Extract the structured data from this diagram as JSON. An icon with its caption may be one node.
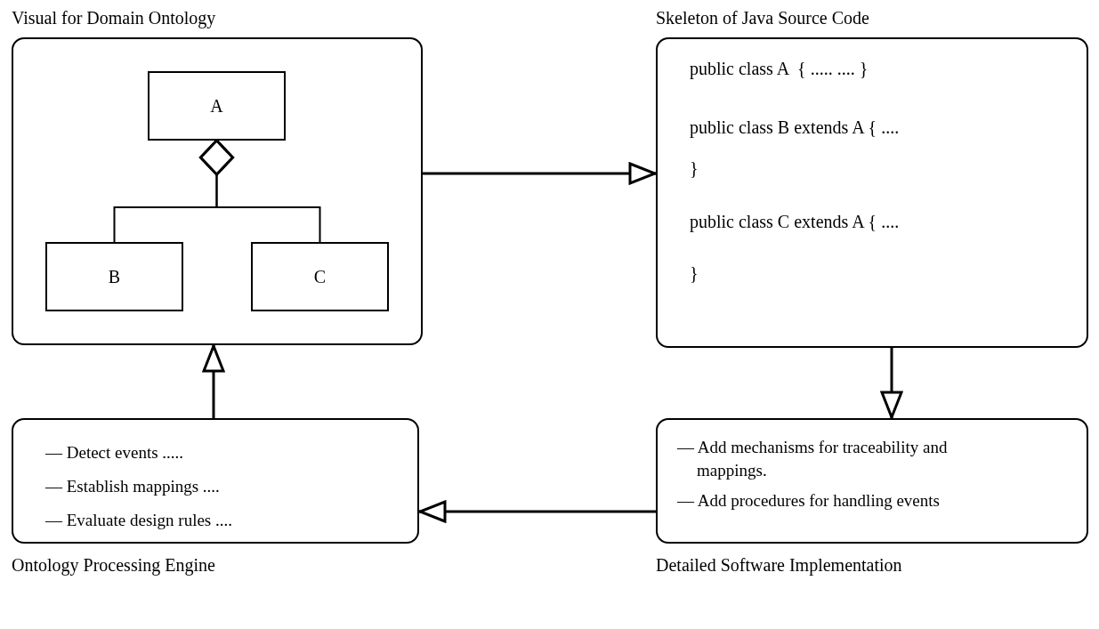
{
  "diagram": {
    "nodes": [
      {
        "text": [
          "Visual for Domain Ontology"
        ]
      },
      {
        "text": [
          "A"
        ],
        "in": 0
      },
      {
        "text": [
          "B"
        ],
        "in": 0
      },
      {
        "text": [
          "C"
        ],
        "in": 0
      },
      {
        "text": [
          "Skeleton of Java Source Code",
          "public class A  { ..... .... }",
          "public class B extends A { ....",
          "}",
          "public class C extends A { ....",
          "}"
        ]
      },
      {
        "text": [
          "— Add mechanisms for traceability and mappings.",
          "— Add procedures for handling events",
          "Detailed Software Implementation"
        ]
      },
      {
        "text": [
          "— Detect events .....",
          "— Establish mappings ....",
          "— Evaluate design rules ....",
          "Ontology Processing Engine"
        ]
      }
    ],
    "edges": [
      {
        "from": 2,
        "to": 1,
        "arrow": "other"
      },
      {
        "from": 3,
        "to": 1,
        "arrow": "other"
      },
      {
        "from": 0,
        "to": 4,
        "arrow": "to"
      },
      {
        "from": 4,
        "to": 5,
        "arrow": "to"
      },
      {
        "from": 5,
        "to": 6,
        "arrow": "to"
      },
      {
        "from": 6,
        "to": 0,
        "arrow": "to"
      }
    ]
  }
}
